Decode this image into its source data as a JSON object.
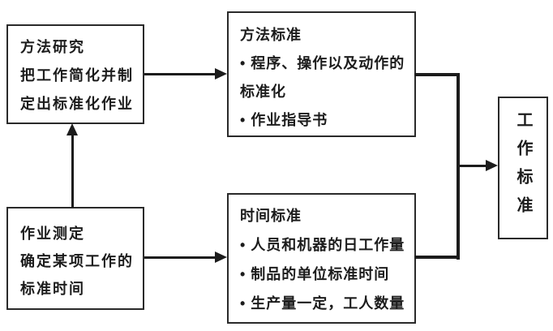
{
  "diagram": {
    "boxes": {
      "method_study": {
        "title": "方法研究",
        "line1": "把工作简化并制",
        "line2": "定出标准化作业"
      },
      "work_measurement": {
        "title": "作业测定",
        "line1": "确定某项工作的",
        "line2": "标准时间"
      },
      "method_standard": {
        "title": "方法标准",
        "bullet1": "• 程序、操作以及动作的",
        "bullet1_wrap": "标准化",
        "bullet2": "• 作业指导书"
      },
      "time_standard": {
        "title": "时间标准",
        "bullet1": "• 人员和机器的日工作量",
        "bullet2": "• 制品的单位标准时间",
        "bullet3": "• 生产量一定，工人数量"
      },
      "work_standard": {
        "title": "工作标准"
      }
    },
    "colors": {
      "ink": "#1c1c1c",
      "border": "#2a2a2a",
      "background": "#ffffff"
    }
  }
}
